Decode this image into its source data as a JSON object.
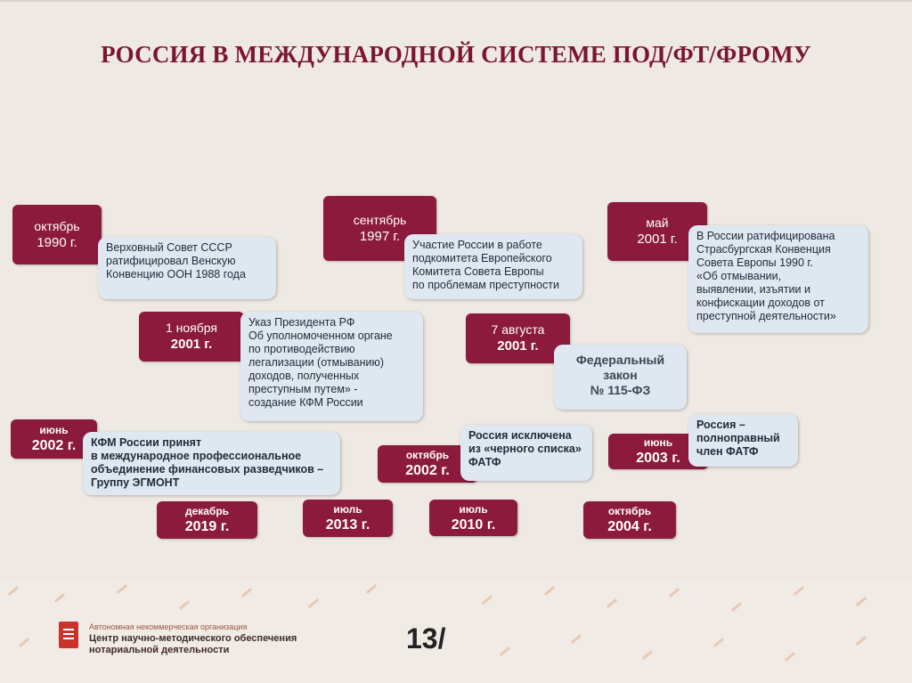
{
  "title": "РОССИЯ В МЕЖДУНАРОДНОЙ СИСТЕМЕ ПОД/ФТ/ФРОМУ",
  "events": [
    {
      "date_l1": "октябрь",
      "date_l2": "1990 г.",
      "note": "Верховный Совет СССР\nратифицировал Венскую\nКонвенцию ООН 1988 года"
    },
    {
      "date_l1": "сентябрь",
      "date_l2": "1997 г.",
      "note": "Участие России в работе\nподкомитета Европейского\nКомитета Совета Европы\nпо проблемам преступности"
    },
    {
      "date_l1": "май",
      "date_l2": "2001 г.",
      "note": "В России ратифицирована\nСтрасбургская Конвенция\nСовета Европы 1990 г.\n«Об отмывании,\nвыявлении, изъятии и\nконфискации доходов от\nпреступной деятельности»"
    },
    {
      "date_l1": "1 ноября",
      "date_l2": "2001 г.",
      "note": "Указ Президента РФ\nОб уполномоченном органе\nпо противодействию\nлегализации (отмыванию)\nдоходов, полученных\nпреступным путем» -\nсоздание КФМ России"
    },
    {
      "date_l1": "7 августа",
      "date_l2": "2001 г.",
      "note": "Федеральный\nзакон\n№ 115-ФЗ"
    },
    {
      "date_l1": "июнь",
      "date_l2": "2002 г.",
      "note": "КФМ России принят\nв международное профессиональное\nобъединение финансовых разведчиков –\nГруппу ЭГМОНТ"
    },
    {
      "date_l1": "октябрь",
      "date_l2": "2002 г.",
      "note": "Россия исключена\nиз «черного списка»\nФАТФ"
    },
    {
      "date_l1": "июнь",
      "date_l2": "2003 г.",
      "note": "Россия –\nполноправный\nчлен ФАТФ"
    },
    {
      "date_l1": "декабрь",
      "date_l2": "2019 г."
    },
    {
      "date_l1": "июль",
      "date_l2": "2013 г."
    },
    {
      "date_l1": "июль",
      "date_l2": "2010 г."
    },
    {
      "date_l1": "октябрь",
      "date_l2": "2004 г."
    }
  ],
  "footer": {
    "org_line1": "Автономная некоммерческая организация",
    "org_line2": "Центр научно-методического обеспечения",
    "org_line3": "нотариальной деятельности",
    "page_number": "13/"
  }
}
